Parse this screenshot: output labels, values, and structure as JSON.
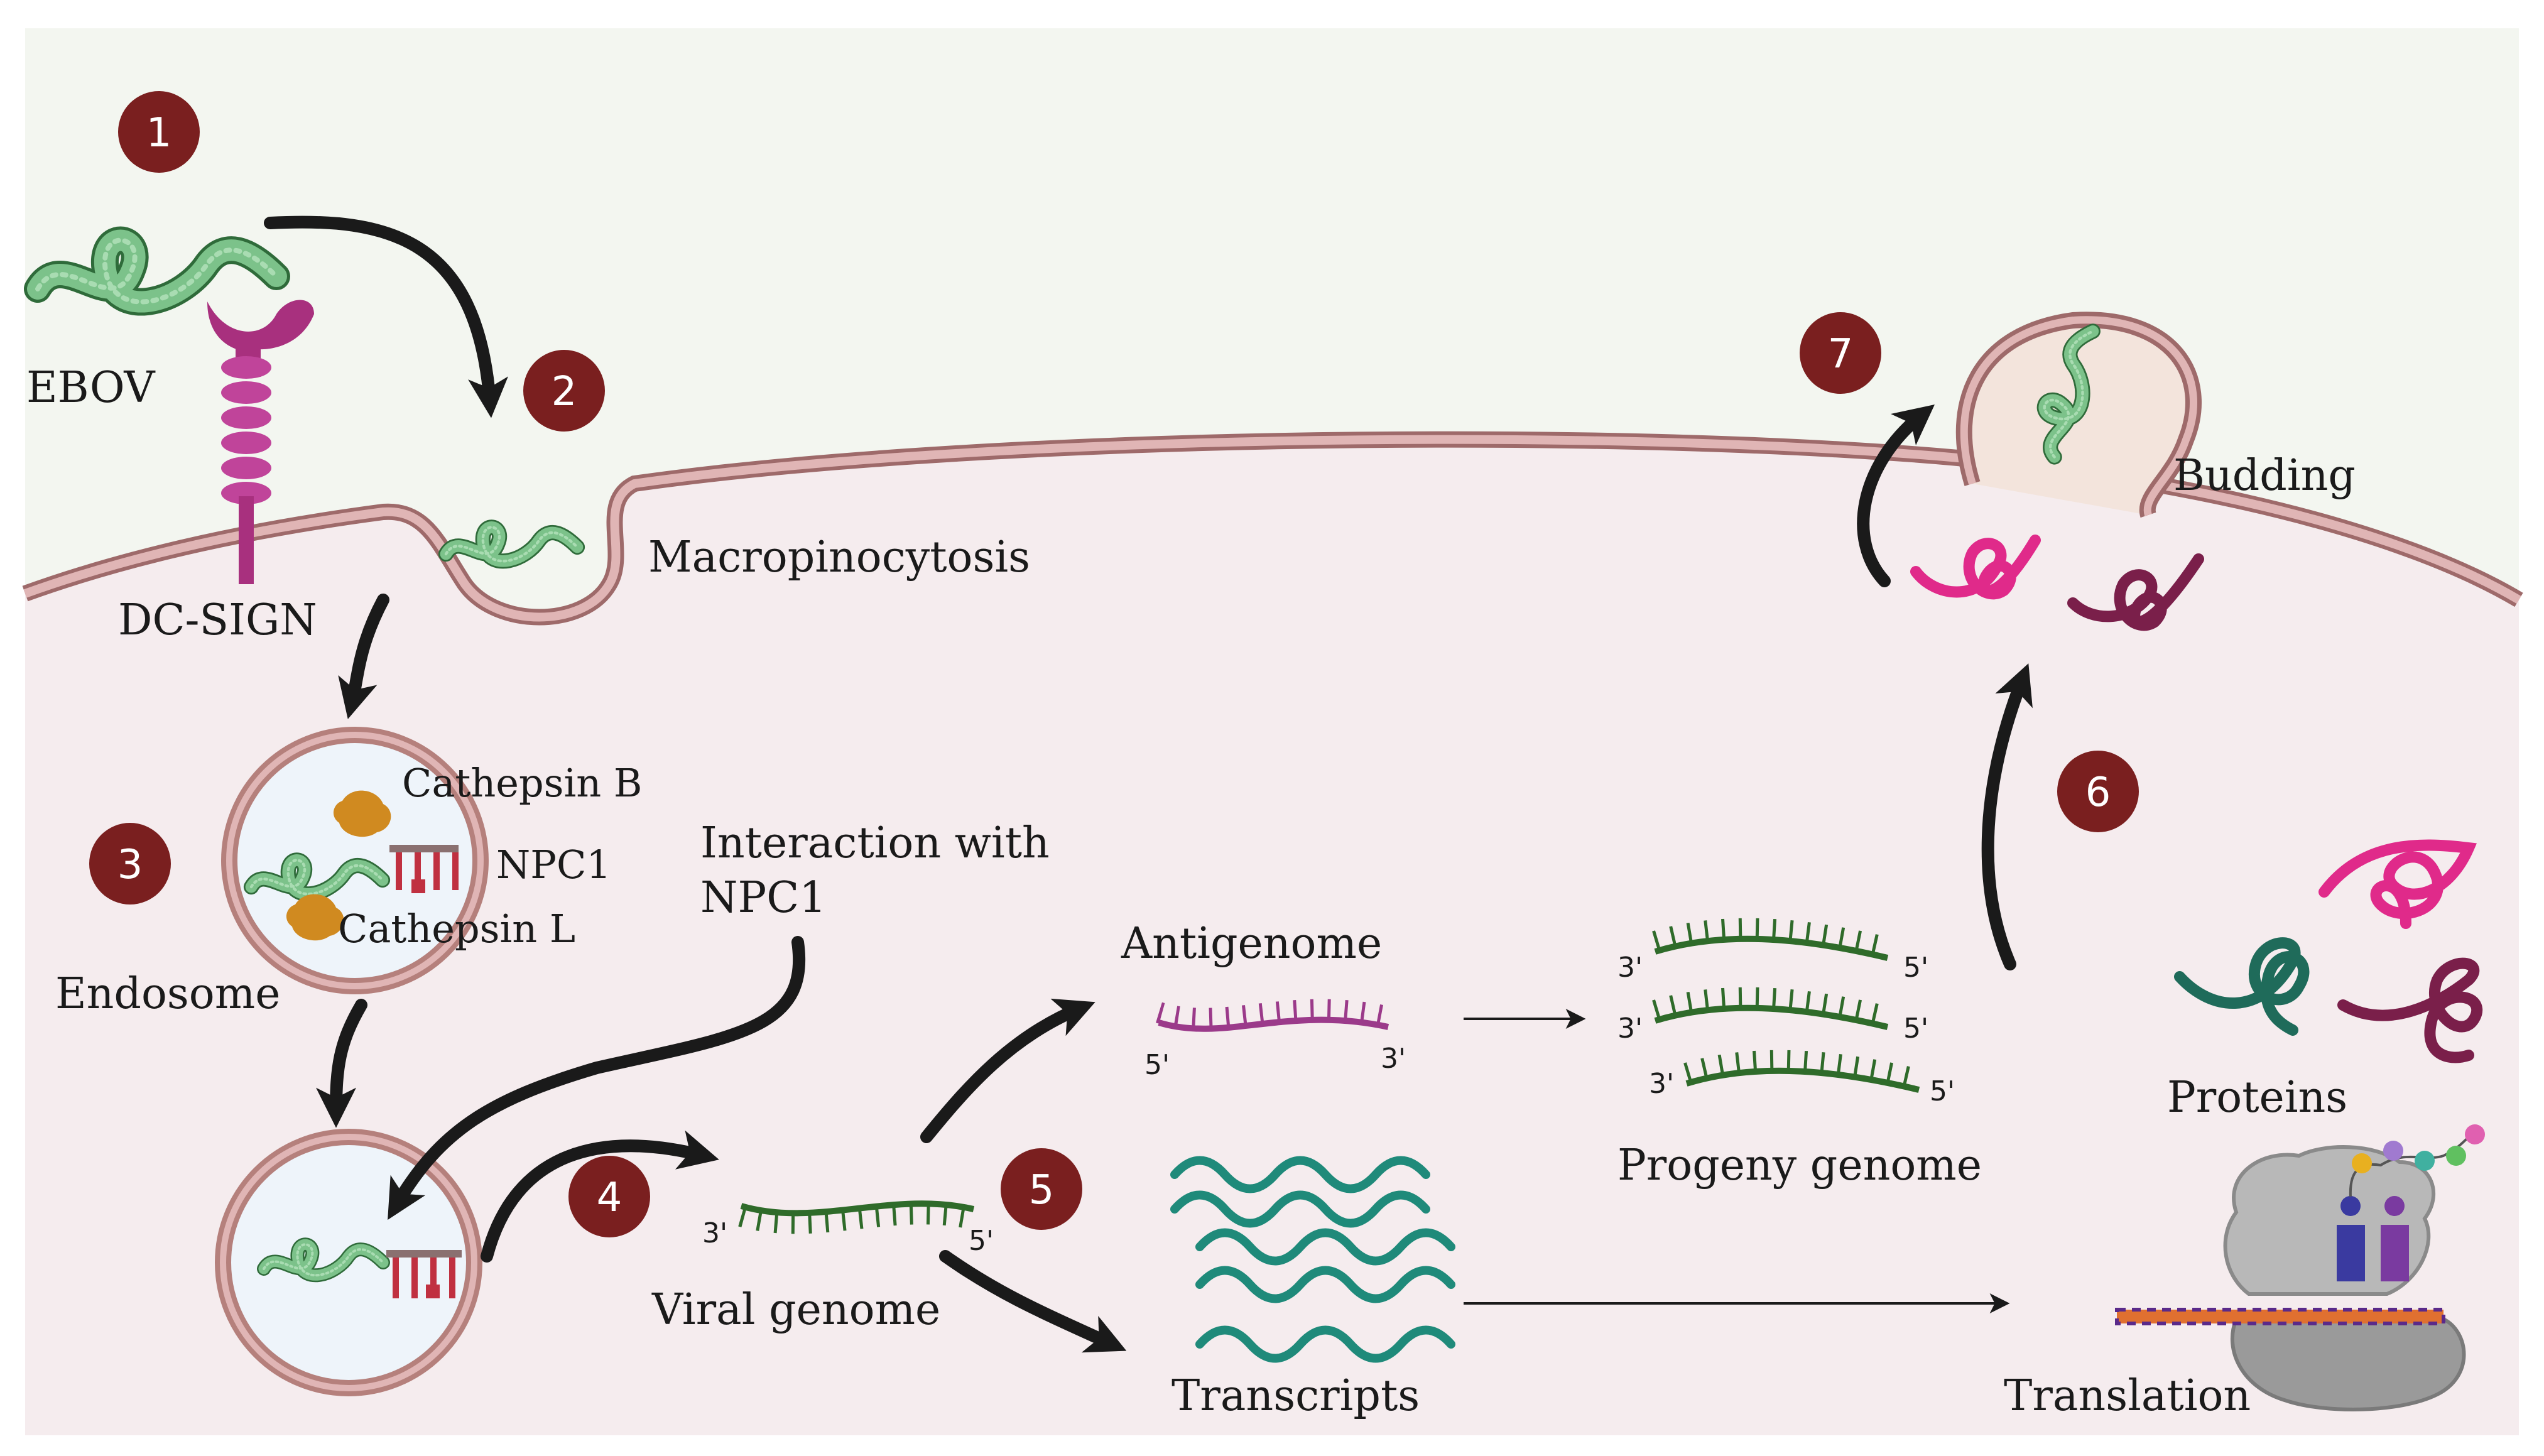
{
  "labels": {
    "ebov": "EBOV",
    "dc_sign": "DC-SIGN",
    "macropinocytosis": "Macropinocytosis",
    "cathepsin_b": "Cathepsin B",
    "npc1": "NPC1",
    "cathepsin_l": "Cathepsin L",
    "endosome": "Endosome",
    "interaction_line1": "Interaction with",
    "interaction_line2": "NPC1",
    "antigenome": "Antigenome",
    "viral_genome": "Viral genome",
    "transcripts": "Transcripts",
    "progeny_genome": "Progeny genome",
    "proteins": "Proteins",
    "translation": "Translation",
    "budding": "Budding"
  },
  "ends": {
    "three_prime": "3'",
    "five_prime": "5'"
  },
  "steps": [
    "1",
    "2",
    "3",
    "4",
    "5",
    "6",
    "7"
  ],
  "colors": {
    "outside": "#f3f6f0",
    "cytoplasm": "#f5ecee",
    "membrane": "#d9a3a3",
    "membrane_edge": "#9e6a6a",
    "step_badge": "#7a1f1f",
    "virus": "#7cc28a",
    "virus_dark": "#2f6b3a",
    "dc_sign": "#a8307e",
    "antigenome": "#9b3a8a",
    "genome": "#2f6b2a",
    "transcript": "#1f8a7a",
    "protein_pink": "#e02a8a",
    "protein_wine": "#7a1f4a",
    "protein_teal": "#1f6b5a",
    "cathepsin": "#d08a20",
    "npc1": "#c03040",
    "arrow": "#1a1a1a"
  }
}
